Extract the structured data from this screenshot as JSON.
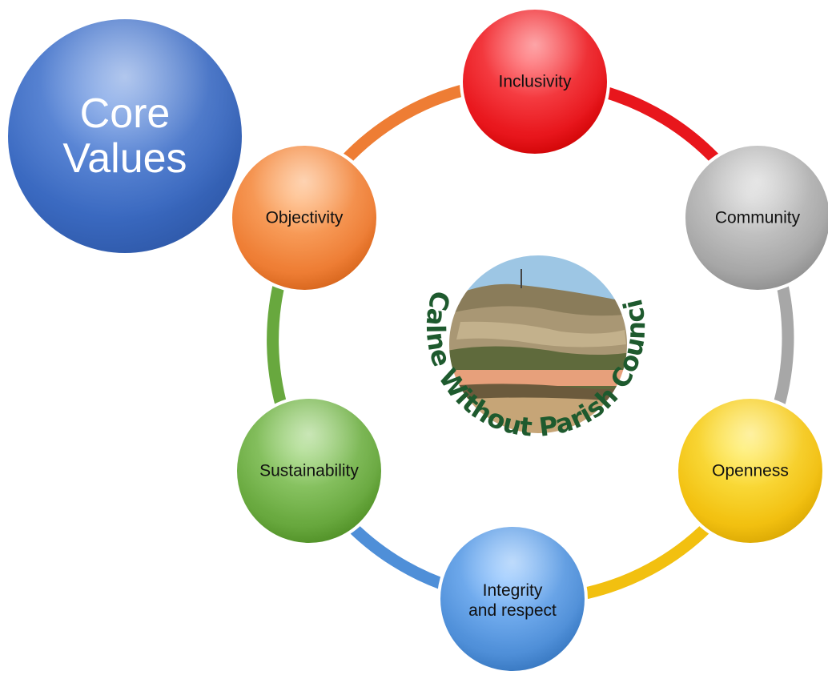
{
  "title": {
    "line1": "Core",
    "line2": "Values"
  },
  "logo": {
    "text": "Calne Without Parish Council"
  },
  "values": [
    {
      "key": "inclusivity",
      "label": "Inclusivity",
      "color": "#e8161c"
    },
    {
      "key": "community",
      "label": "Community",
      "color": "#a7a7a7"
    },
    {
      "key": "openness",
      "label": "Openness",
      "color": "#f2c010"
    },
    {
      "key": "integrity",
      "label": "Integrity and respect",
      "color": "#4f8fd8"
    },
    {
      "key": "sustainability",
      "label": "Sustainability",
      "color": "#68a83e"
    },
    {
      "key": "objectivity",
      "label": "Objectivity",
      "color": "#ee7d34"
    }
  ],
  "colors": {
    "core_circle": "#3f6fc5",
    "logo_text": "#1e5a2e"
  }
}
